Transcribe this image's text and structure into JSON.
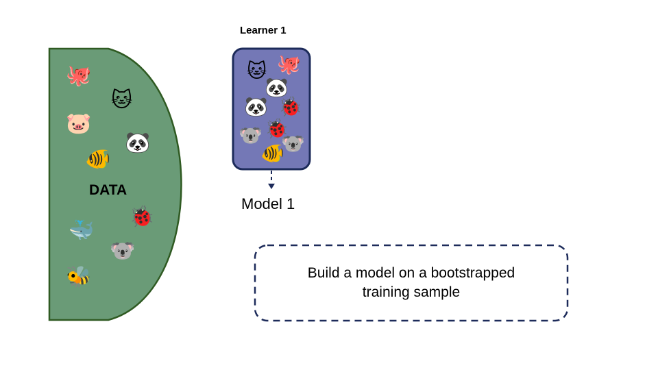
{
  "dataset": {
    "label": "DATA",
    "items": [
      {
        "icon": "octopus-icon",
        "glyph": "🐙"
      },
      {
        "icon": "cat-icon",
        "glyph": "🐱"
      },
      {
        "icon": "pig-icon",
        "glyph": "🐷"
      },
      {
        "icon": "panda-icon",
        "glyph": "🐼"
      },
      {
        "icon": "fish-icon",
        "glyph": "🐠"
      },
      {
        "icon": "whale-icon",
        "glyph": "🐳"
      },
      {
        "icon": "ladybug-icon",
        "glyph": "🐞"
      },
      {
        "icon": "koala-icon",
        "glyph": "🐨"
      },
      {
        "icon": "bee-icon",
        "glyph": "🐝"
      }
    ]
  },
  "learner": {
    "title": "Learner 1",
    "items": [
      {
        "icon": "cat-icon",
        "glyph": "🐱"
      },
      {
        "icon": "octopus-icon",
        "glyph": "🐙"
      },
      {
        "icon": "panda-icon",
        "glyph": "🐼"
      },
      {
        "icon": "panda-icon",
        "glyph": "🐼"
      },
      {
        "icon": "ladybug-icon",
        "glyph": "🐞"
      },
      {
        "icon": "koala-icon",
        "glyph": "🐨"
      },
      {
        "icon": "ladybug-icon",
        "glyph": "🐞"
      },
      {
        "icon": "koala-icon",
        "glyph": "🐨"
      },
      {
        "icon": "fish-icon",
        "glyph": "🐠"
      }
    ]
  },
  "model": {
    "label": "Model 1"
  },
  "caption": {
    "text": "Build a model on a bootstrapped training sample"
  },
  "colors": {
    "data_fill": "#6a9b77",
    "data_stroke": "#2f5a22",
    "learner_fill": "#7478b6",
    "learner_stroke": "#1d2b5a",
    "connector": "#1d2b5a",
    "caption_border": "#1d2b5a"
  }
}
